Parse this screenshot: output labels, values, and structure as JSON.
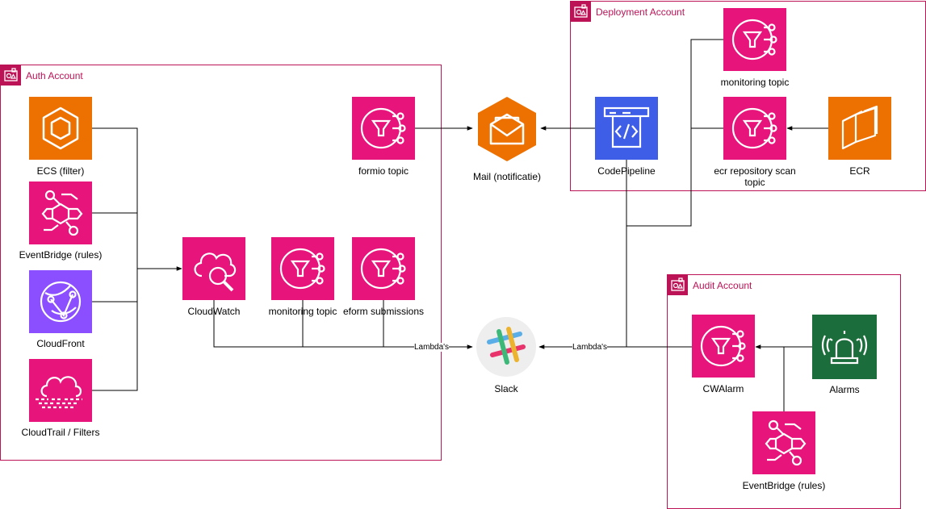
{
  "groups": {
    "deployment": "Deployment Account",
    "auth": "Auth Account",
    "audit": "Audit Account"
  },
  "nodes": {
    "ecs": "ECS (filter)",
    "eventbridge_auth": "EventBridge (rules)",
    "cloudfront": "CloudFront",
    "cloudtrail": "CloudTrail / Filters",
    "cloudwatch": "CloudWatch",
    "monitoring_topic_auth": "monitoring topic",
    "eform": "eform submissions",
    "formio": "formio topic",
    "mail": "Mail (notificatie)",
    "slack": "Slack",
    "monitoring_topic_deploy": "monitoring topic",
    "codepipeline": "CodePipeline",
    "ecr_topic": "ecr repository scan topic",
    "ecr": "ECR",
    "cwalarm": "CWAlarm",
    "alarms": "Alarms",
    "eventbridge_audit": "EventBridge (rules)"
  },
  "edge_labels": {
    "lambdas_left": "Lambda's",
    "lambdas_right": "Lambda's"
  },
  "colors": {
    "group_border": "#bc1356",
    "application_integration": "#e7157b",
    "compute": "#ed7100",
    "networking": "#8c4fff",
    "developer_tools": "#3f5ee8",
    "iot": "#1b6e3c"
  }
}
